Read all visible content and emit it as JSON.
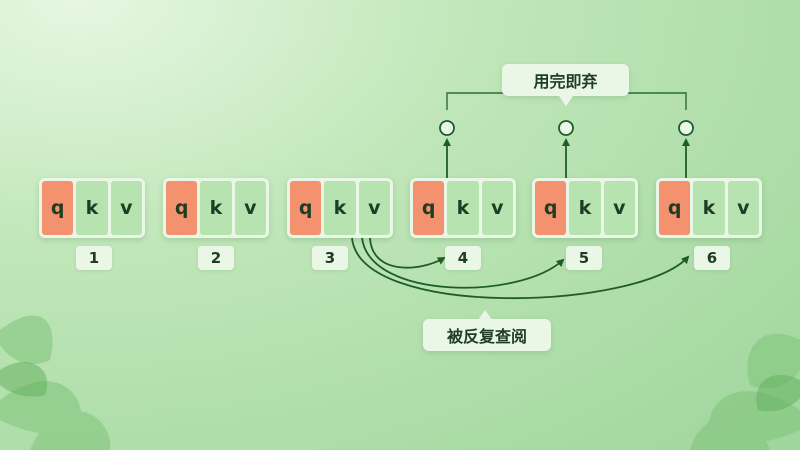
{
  "tokens": [
    {
      "index": "1",
      "q": "q",
      "k": "k",
      "v": "v"
    },
    {
      "index": "2",
      "q": "q",
      "k": "k",
      "v": "v"
    },
    {
      "index": "3",
      "q": "q",
      "k": "k",
      "v": "v"
    },
    {
      "index": "4",
      "q": "q",
      "k": "k",
      "v": "v"
    },
    {
      "index": "5",
      "q": "q",
      "k": "k",
      "v": "v"
    },
    {
      "index": "6",
      "q": "q",
      "k": "k",
      "v": "v"
    }
  ],
  "labels": {
    "discard": "用完即弃",
    "reused": "被反复查阅"
  },
  "colors": {
    "query": "#f4926f",
    "key_value": "#b7e3b1",
    "arrow": "#1f5c2a"
  }
}
